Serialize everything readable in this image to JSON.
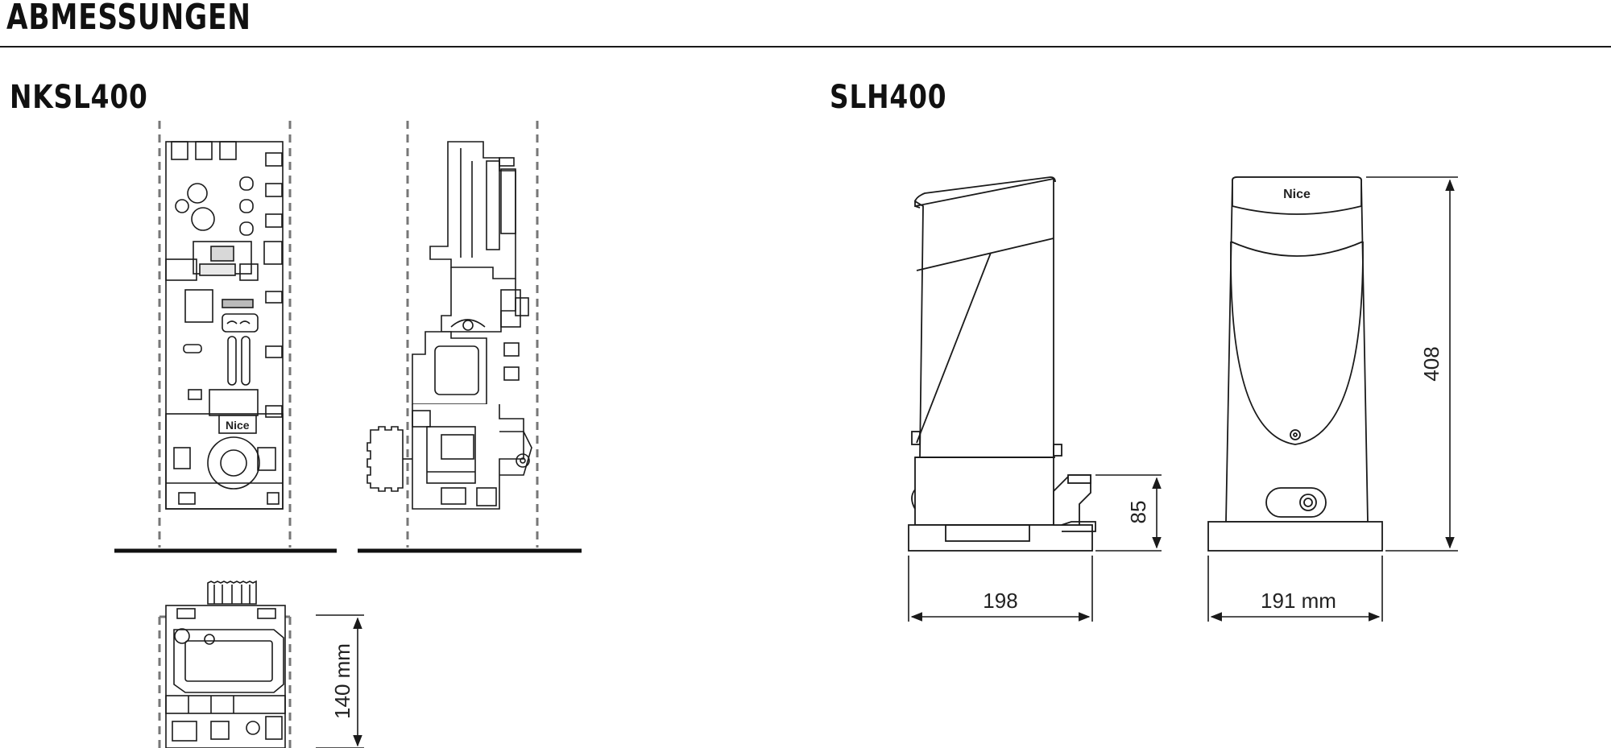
{
  "page": {
    "heading": "ABMESSUNGEN"
  },
  "nksl400": {
    "title": "NKSL400",
    "logo_text": "Nice",
    "dim_depth": "140 mm"
  },
  "slh400": {
    "title": "SLH400",
    "logo_text": "Nice",
    "dim_height": "408",
    "dim_base_height": "85",
    "dim_side_width": "198",
    "dim_front_width": "191 mm"
  },
  "colors": {
    "line": "#1a1a1a",
    "dashed": "#777777",
    "ground": "#111111"
  }
}
